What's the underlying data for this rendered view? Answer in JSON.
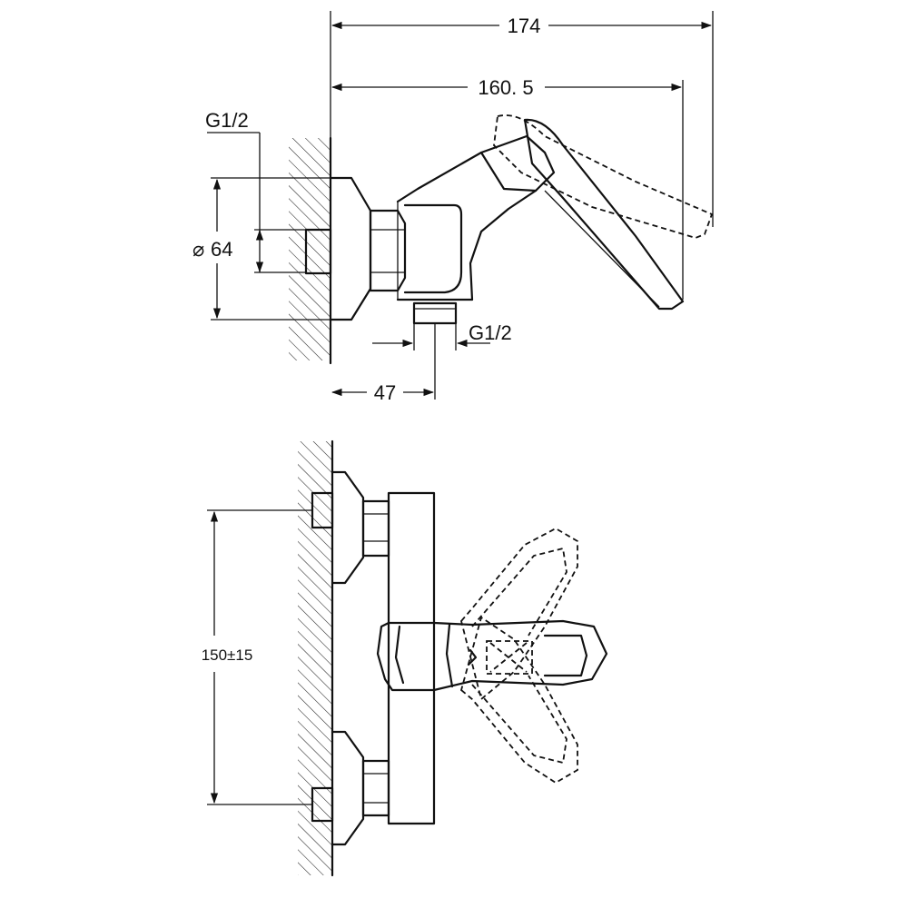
{
  "dimensions": {
    "overall_length": "174",
    "handle_reach": "160. 5",
    "inlet_thread": "G1/2",
    "outlet_thread": "G1/2",
    "flange_diameter": "64",
    "outlet_offset": "47",
    "center_distance": "150±15"
  },
  "symbols": {
    "diameter": "⌀"
  }
}
